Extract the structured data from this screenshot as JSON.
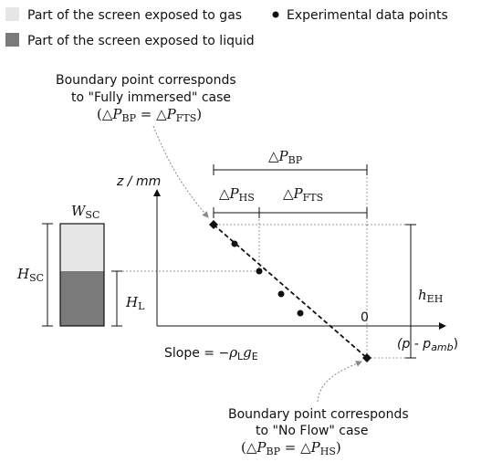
{
  "legend": {
    "gas": {
      "label": "Part of the screen exposed to gas",
      "color": "#e6e6e6"
    },
    "liquid": {
      "label": "Part of the screen exposed to liquid",
      "color": "#7a7a7a"
    },
    "points": {
      "label": "Experimental data points"
    }
  },
  "axes": {
    "y_label": "z / mm",
    "x_label": "(p - p",
    "x_label_sub": "amb",
    "x_label_end": ")",
    "origin_label": "0"
  },
  "screen": {
    "width_sym": "W",
    "width_sub": "SC",
    "height_sym": "H",
    "height_sub": "SC",
    "liquid_sym": "H",
    "liquid_sub": "L"
  },
  "eh": {
    "sym": "h",
    "sub": "EH"
  },
  "pressure": {
    "delta": "△",
    "P": "P",
    "bp_sub": "BP",
    "hs_sub": "HS",
    "fts_sub": "FTS"
  },
  "slope": {
    "prefix": "Slope = −",
    "rho": "ρ",
    "rho_sub": "L",
    "g": "g",
    "g_sub": "E"
  },
  "annotations": {
    "top_line1": "Boundary point corresponds",
    "top_line2": "to \"Fully immersed\" case",
    "bottom_line1": "Boundary point corresponds",
    "bottom_line2": "to \"No Flow\" case",
    "eq_open": "(",
    "eq_mid": " = ",
    "eq_close": ")"
  }
}
